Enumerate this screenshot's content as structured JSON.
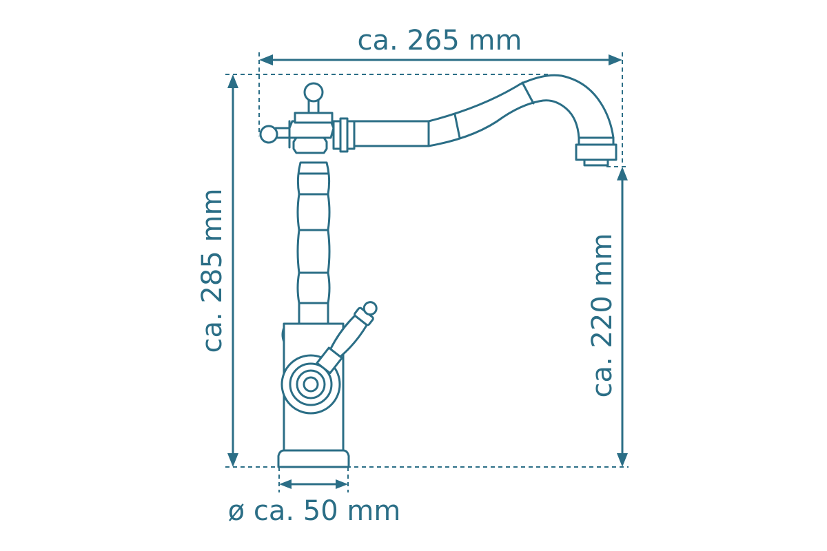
{
  "diagram": {
    "accent_color": "#2b6e86",
    "background_color": "#ffffff",
    "dimensions": {
      "width_label": "ca. 265 mm",
      "height_label": "ca. 285 mm",
      "spout_height_label": "ca. 220 mm",
      "base_diameter_label": "ø ca. 50 mm"
    }
  }
}
